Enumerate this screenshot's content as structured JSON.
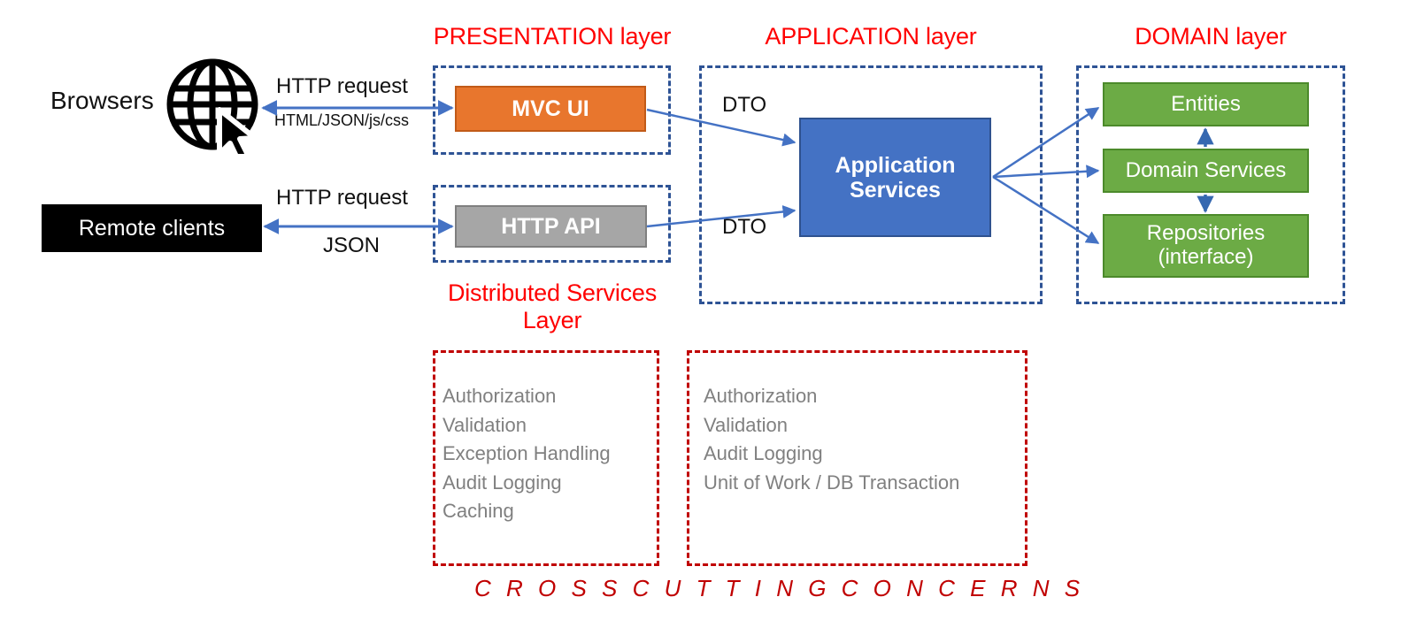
{
  "diagram": {
    "title_layers": {
      "presentation": "PRESENTATION layer",
      "application": "APPLICATION layer",
      "domain": "DOMAIN layer",
      "distributed_services": "Distributed Services Layer"
    },
    "clients": {
      "browsers_label": "Browsers",
      "globe_icon": "globe-with-cursor-icon",
      "remote_clients_label": "Remote clients"
    },
    "connectors": {
      "browser_request": "HTTP request",
      "browser_response": "HTML/JSON/js/css",
      "remote_request": "HTTP request",
      "remote_response": "JSON",
      "dto_top": "DTO",
      "dto_bottom": "DTO"
    },
    "presentation_boxes": [
      {
        "label": "MVC UI"
      },
      {
        "label": "HTTP API"
      }
    ],
    "application_box": {
      "label": "Application\nServices",
      "line1": "Application",
      "line2": "Services"
    },
    "domain_boxes": [
      {
        "label": "Entities"
      },
      {
        "label": "Domain Services"
      },
      {
        "label": "Repositories\n(interface)",
        "line1": "Repositories",
        "line2": "(interface)"
      }
    ],
    "cross_cutting": {
      "caption": "C R O S S   C U T T I N G   C O N C E R N S",
      "left_box": {
        "items": [
          "Authorization",
          "Validation",
          "Exception Handling",
          "Audit Logging",
          "Caching"
        ],
        "text": "Authorization\nValidation\nException Handling\nAudit Logging\nCaching"
      },
      "right_box": {
        "items": [
          "Authorization",
          "Validation",
          "Audit Logging",
          "Unit of Work / DB Transaction"
        ],
        "text": "Authorization\nValidation\nAudit Logging\nUnit of Work / DB Transaction"
      }
    },
    "colors": {
      "layer_title_red": "#FF0000",
      "cross_cutting_red": "#C00000",
      "dashed_blue": "#2E5395",
      "arrow_blue": "#4472C4",
      "mvc_orange": "#E8762D",
      "api_gray": "#A6A6A6",
      "app_blue": "#4472C4",
      "domain_green": "#6CAB45",
      "client_black": "#000000",
      "cc_text_gray": "#808080"
    }
  }
}
